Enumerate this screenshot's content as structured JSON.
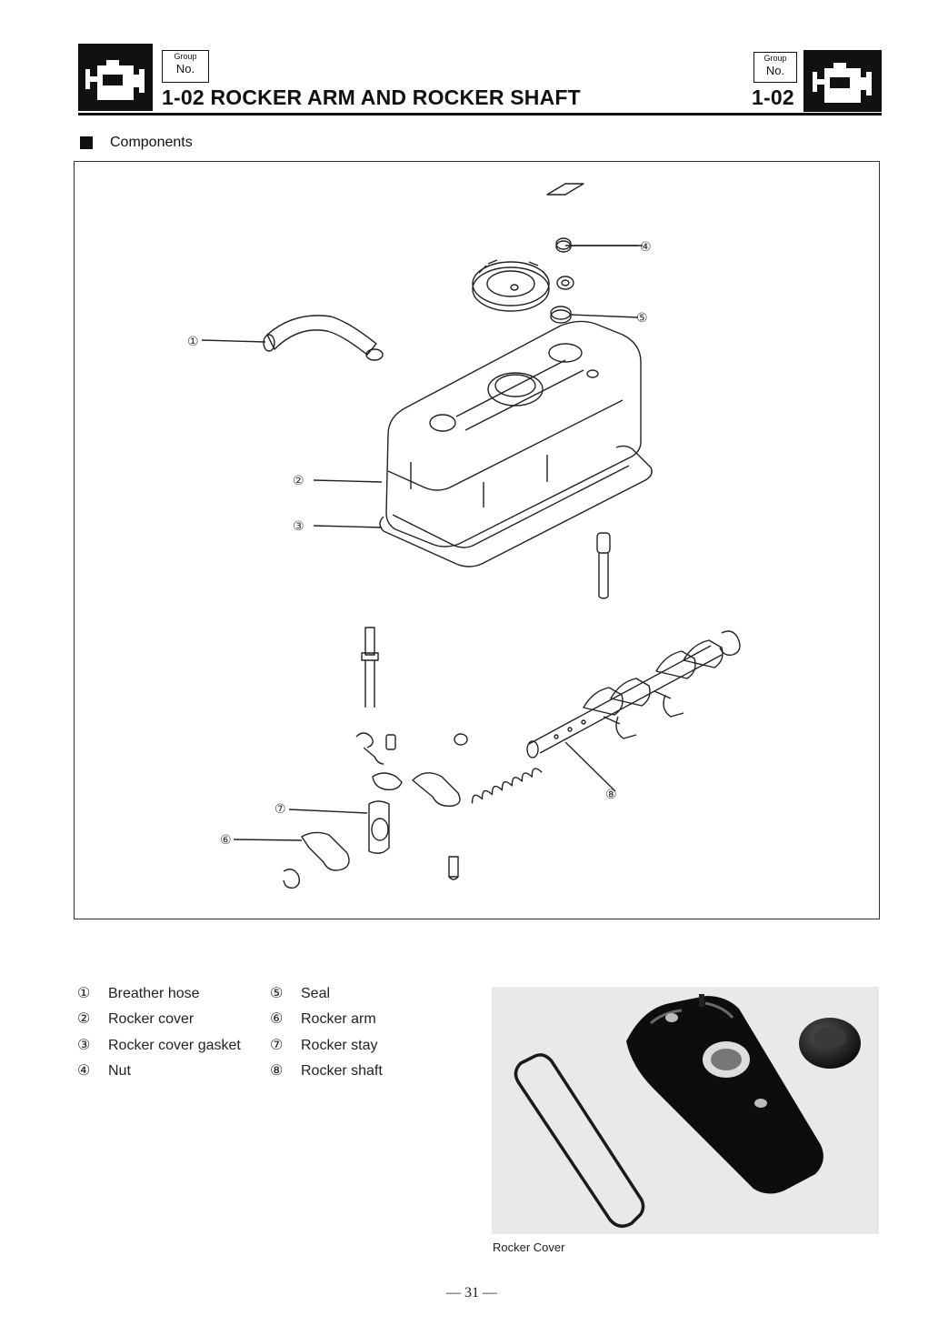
{
  "header": {
    "group_label": "Group",
    "no_label": "No.",
    "section_code": "1-02",
    "title": "ROCKER ARM AND ROCKER SHAFT"
  },
  "section": {
    "heading": "Components"
  },
  "diagram": {
    "callouts": [
      "①",
      "②",
      "③",
      "④",
      "⑤",
      "⑥",
      "⑦",
      "⑧"
    ]
  },
  "legend": {
    "left": [
      {
        "num": "①",
        "label": "Breather hose"
      },
      {
        "num": "②",
        "label": "Rocker cover"
      },
      {
        "num": "③",
        "label": "Rocker cover gasket"
      },
      {
        "num": "④",
        "label": "Nut"
      }
    ],
    "right": [
      {
        "num": "⑤",
        "label": "Seal"
      },
      {
        "num": "⑥",
        "label": "Rocker arm"
      },
      {
        "num": "⑦",
        "label": "Rocker stay"
      },
      {
        "num": "⑧",
        "label": "Rocker shaft"
      }
    ]
  },
  "photo": {
    "caption": "Rocker Cover"
  },
  "footer": {
    "page": "— 31 —"
  },
  "colors": {
    "ink": "#111111",
    "paper": "#ffffff",
    "photo_bg": "#e9e9e9"
  },
  "icons": {
    "header_left": "engine-icon",
    "header_right": "engine-icon"
  }
}
